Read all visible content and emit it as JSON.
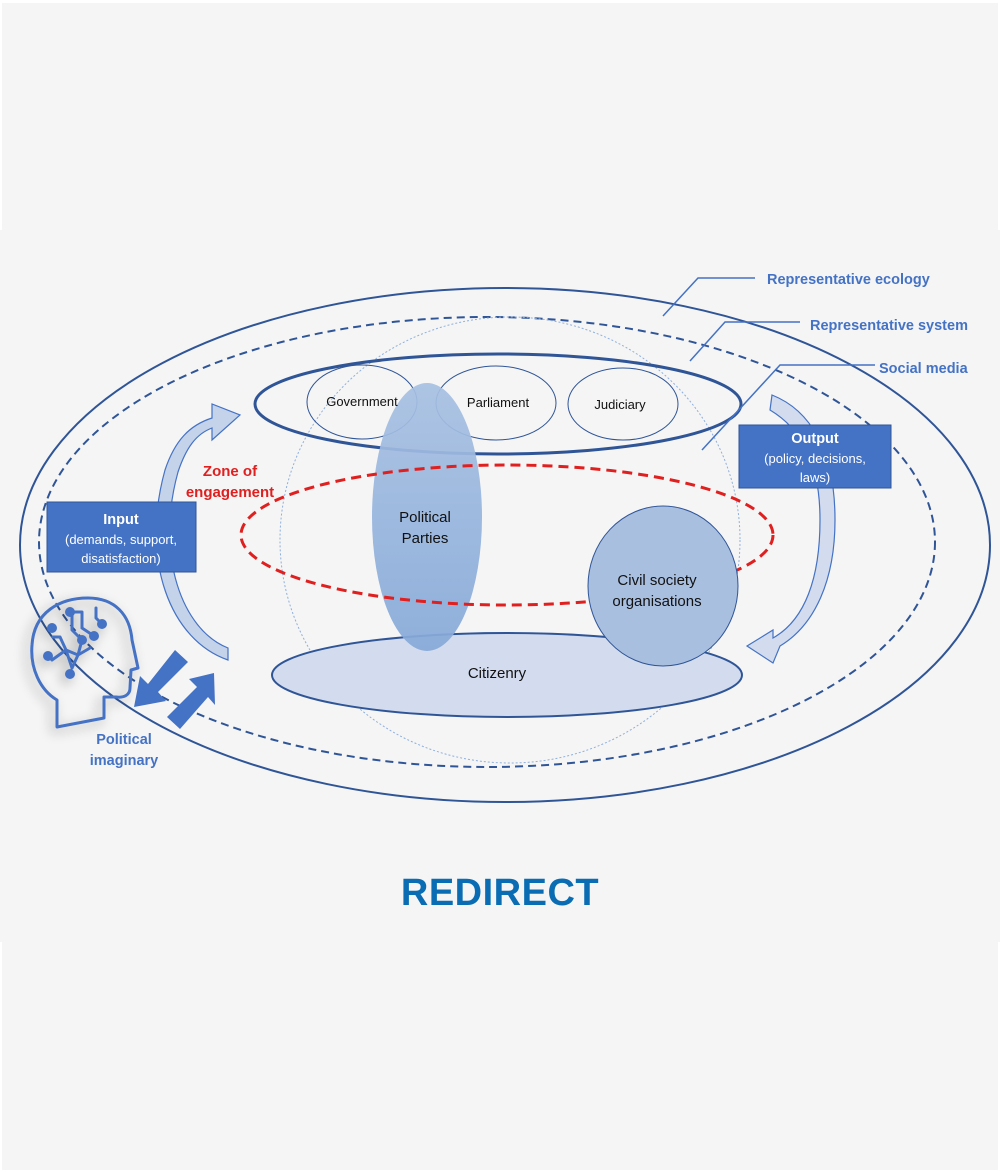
{
  "diagram": {
    "layers": {
      "representative_ecology": "Representative ecology",
      "representative_system": "Representative system",
      "social_media": "Social media"
    },
    "institutions": {
      "government": "Government",
      "parliament": "Parliament",
      "judiciary": "Judiciary"
    },
    "actors": {
      "political_parties": [
        "Political",
        "Parties"
      ],
      "civil_society": [
        "Civil society",
        "organisations"
      ],
      "citizenry": "Citizenry"
    },
    "zone_of_engagement": [
      "Zone of",
      "engagement"
    ],
    "input_box": {
      "title": "Input",
      "lines": [
        "(demands, support,",
        "disatisfaction)"
      ]
    },
    "output_box": {
      "title": "Output",
      "lines": [
        "(policy, decisions,",
        "laws)"
      ]
    },
    "political_imaginary": [
      "Political",
      "imaginary"
    ],
    "icons": {
      "head": "ai-head-circuit-icon",
      "exchange_arrows": "bidirectional-arrows-icon",
      "input_arrow": "curved-arrow-up-icon",
      "output_arrow": "curved-arrow-down-icon"
    }
  },
  "brand": {
    "name": "REDIRECT"
  },
  "colors": {
    "navy": "#2f5597",
    "box_blue": "#4472c4",
    "label_blue": "#4472c4",
    "zone_red": "#e01f1f",
    "brand_blue": "#0a6db3",
    "light_fill": "#d3dcee",
    "mid_fill": "#a9bfe0",
    "background": "#f5f5f5"
  }
}
